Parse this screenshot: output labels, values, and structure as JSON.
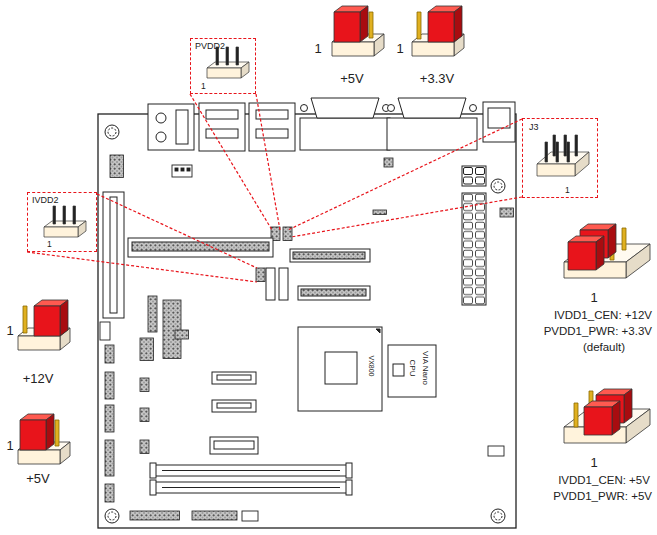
{
  "diagram": {
    "nodes": [
      {
        "text": [
          "PVDD2",
          "1"
        ]
      },
      {
        "text": [
          "J3",
          "1"
        ]
      },
      {
        "text": [
          "IVDD2",
          "1"
        ]
      }
    ],
    "labels": [
      "1",
      "+5V",
      "1",
      "+3.3V",
      "1",
      "+12V",
      "1",
      "IVDD1_CEN: +12V",
      "PVDD1_PWR: +3.3V",
      "(default)",
      "VX800",
      "CPU",
      "VIA Nano",
      "1",
      "+5V",
      "1",
      "IVDD1_CEN: +5V",
      "PVDD1_PWR: +5V"
    ]
  }
}
